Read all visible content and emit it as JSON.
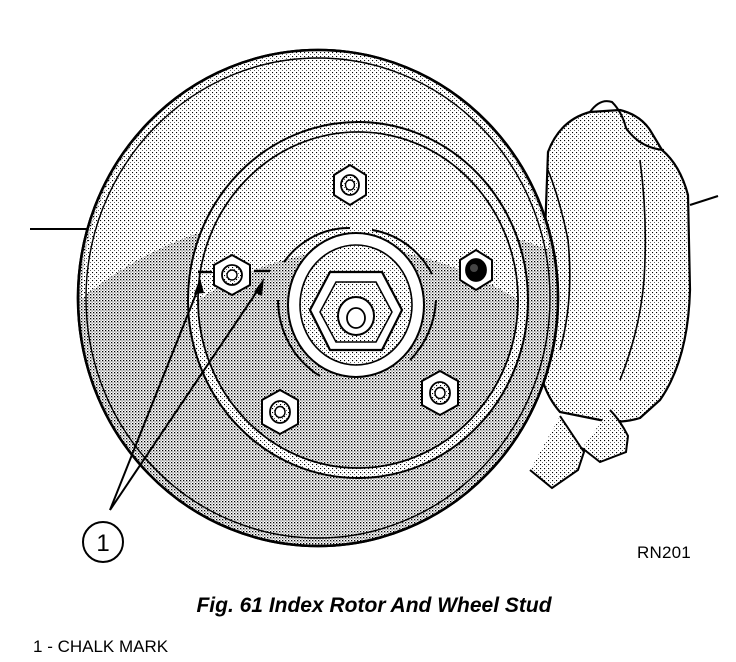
{
  "figure": {
    "callout_number": "1",
    "reference_code": "RN201",
    "caption": "Fig. 61 Index Rotor And Wheel Stud",
    "legend": [
      {
        "number": "1",
        "separator": " - ",
        "label": "CHALK MARK"
      }
    ]
  },
  "colors": {
    "line": "#000000",
    "background": "#ffffff",
    "shading": "#b8b8b8"
  },
  "icons": {
    "lug-nut": "hexagon-nut",
    "callout": "circled-number"
  }
}
